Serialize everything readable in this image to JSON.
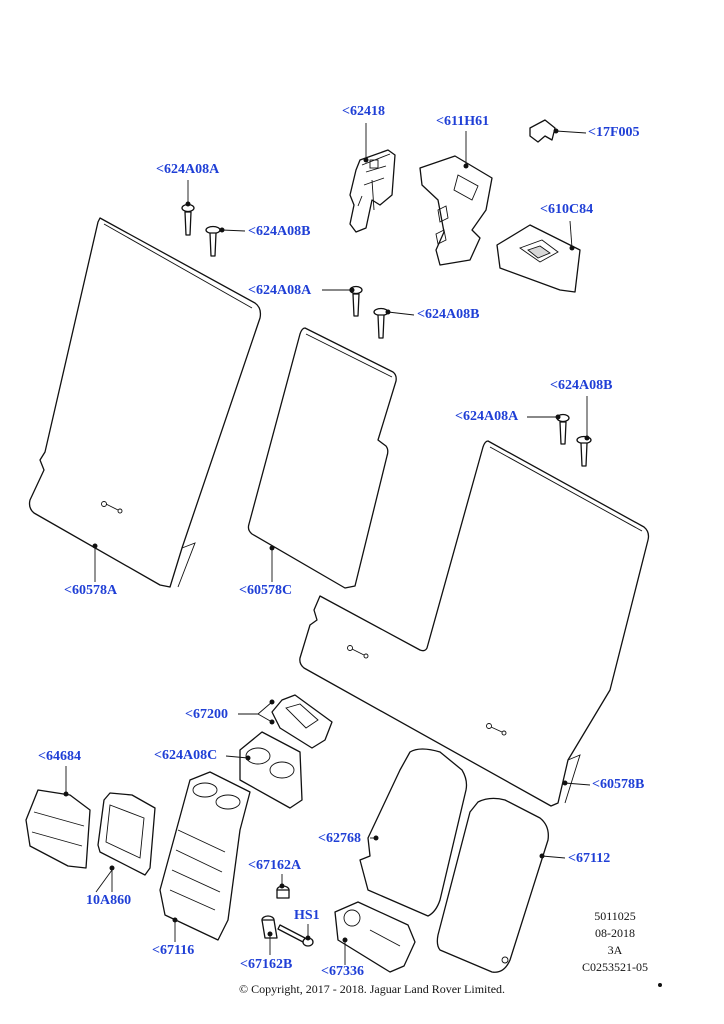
{
  "callouts": {
    "c62418": "<62418",
    "c611H61": "<611H61",
    "c17F005": "<17F005",
    "c624A08A_1": "<624A08A",
    "c624A08B_1": "<624A08B",
    "c610C84": "<610C84",
    "c624A08A_2": "<624A08A",
    "c624A08B_2": "<624A08B",
    "c624A08B_3": "<624A08B",
    "c624A08A_3": "<624A08A",
    "c60578A": "<60578A",
    "c60578C": "<60578C",
    "c60578B": "<60578B",
    "c67200": "<67200",
    "c64684": "<64684",
    "c624A08C": "<624A08C",
    "c62768": "<62768",
    "c67112": "<67112",
    "c67162A": "<67162A",
    "cHS1": "HS1",
    "c10A860": "10A860",
    "c67116": "<67116",
    "c67162B": "<67162B",
    "c67336": "<67336"
  },
  "reference": {
    "line1": "5011025",
    "line2": "08-2018",
    "line3": "3A",
    "line4": "C0253521-05"
  },
  "copyright": "© Copyright, 2017 - 2018. Jaguar Land Rover Limited.",
  "colors": {
    "callout": "#1f3fd6",
    "line": "#111111"
  }
}
